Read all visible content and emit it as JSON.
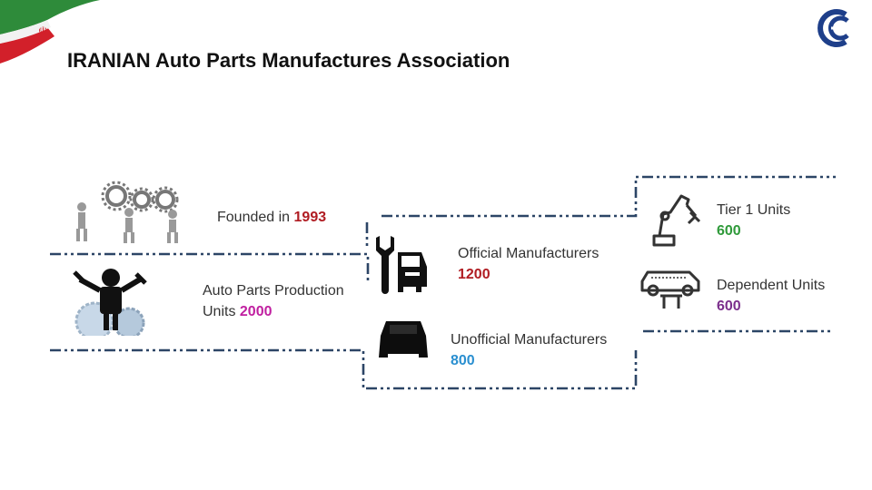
{
  "title": "IRANIAN Auto Parts Manufactures Association",
  "founded": {
    "label": "Founded in",
    "year": "1993"
  },
  "production": {
    "label_line1": "Auto Parts Production",
    "label_line2": "Units",
    "value": "2000"
  },
  "official": {
    "label": "Official Manufacturers",
    "value": "1200"
  },
  "unofficial": {
    "label": "Unofficial Manufacturers",
    "value": "800"
  },
  "tier1": {
    "label": "Tier 1 Units",
    "value": "600"
  },
  "dependent": {
    "label": "Dependent Units",
    "value": "600"
  },
  "icons": {
    "flag": "iran-flag-icon",
    "logo": "association-logo-icon",
    "gears_team": "gears-team-icon",
    "mechanic": "mechanic-gears-icon",
    "wrench_car": "wrench-car-icon",
    "car": "car-icon",
    "robot_arm": "robot-arm-icon",
    "car_lift": "car-lift-icon"
  },
  "colors": {
    "year": "#b01c22",
    "production": "#c01fa0",
    "unofficial": "#2a8fd0",
    "tier1": "#2f9a3a",
    "dependent": "#7b2f8c",
    "lines": "#2c4566"
  }
}
